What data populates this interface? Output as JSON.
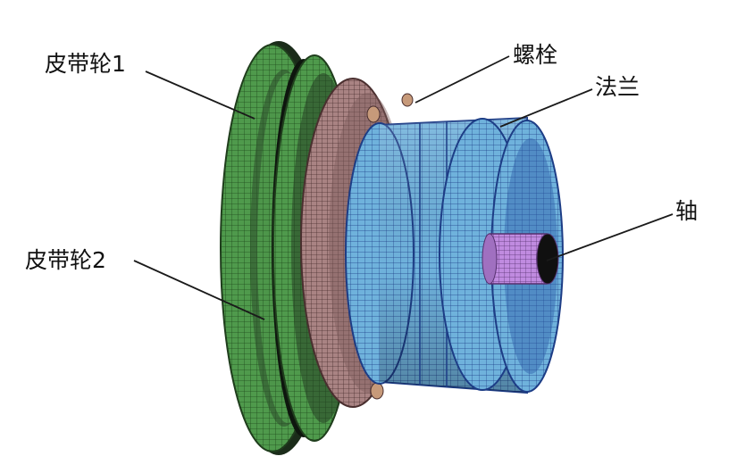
{
  "labels": {
    "pulley1": "皮带轮1",
    "pulley2": "皮带轮2",
    "bolt": "螺栓",
    "flange": "法兰",
    "shaft": "轴"
  },
  "colors": {
    "pulley": "#4f9a4c",
    "bolt_ring": "#a98383",
    "flange": "#6fb2dc",
    "shaft": "#c08be0",
    "leader": "#1a1a1a"
  }
}
